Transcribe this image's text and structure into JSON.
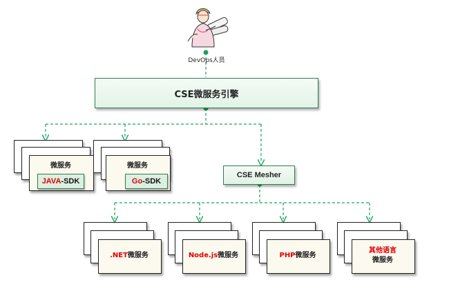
{
  "devops_label": "DevOps人员",
  "engine_label": "CSE微服务引擎",
  "mesher_label": "CSE Mesher",
  "java_group": {
    "title": "微服务",
    "sdk_red": "JAVA",
    "sdk_rest": "-SDK"
  },
  "go_group": {
    "title": "微服务",
    "sdk_red": "Go",
    "sdk_rest": "-SDK"
  },
  "services": [
    {
      "red": ".NET",
      "rest": "微服务"
    },
    {
      "red": "Node.js",
      "rest": "微服务"
    },
    {
      "red": "PHP",
      "rest": "微服务"
    },
    {
      "red": "其他语言",
      "rest": "微服务"
    }
  ],
  "colors": {
    "connector": "#1aa35a",
    "node_border": "#2e7d4f",
    "node_fill": "#e2f3e7",
    "accent_text": "#e00000"
  }
}
